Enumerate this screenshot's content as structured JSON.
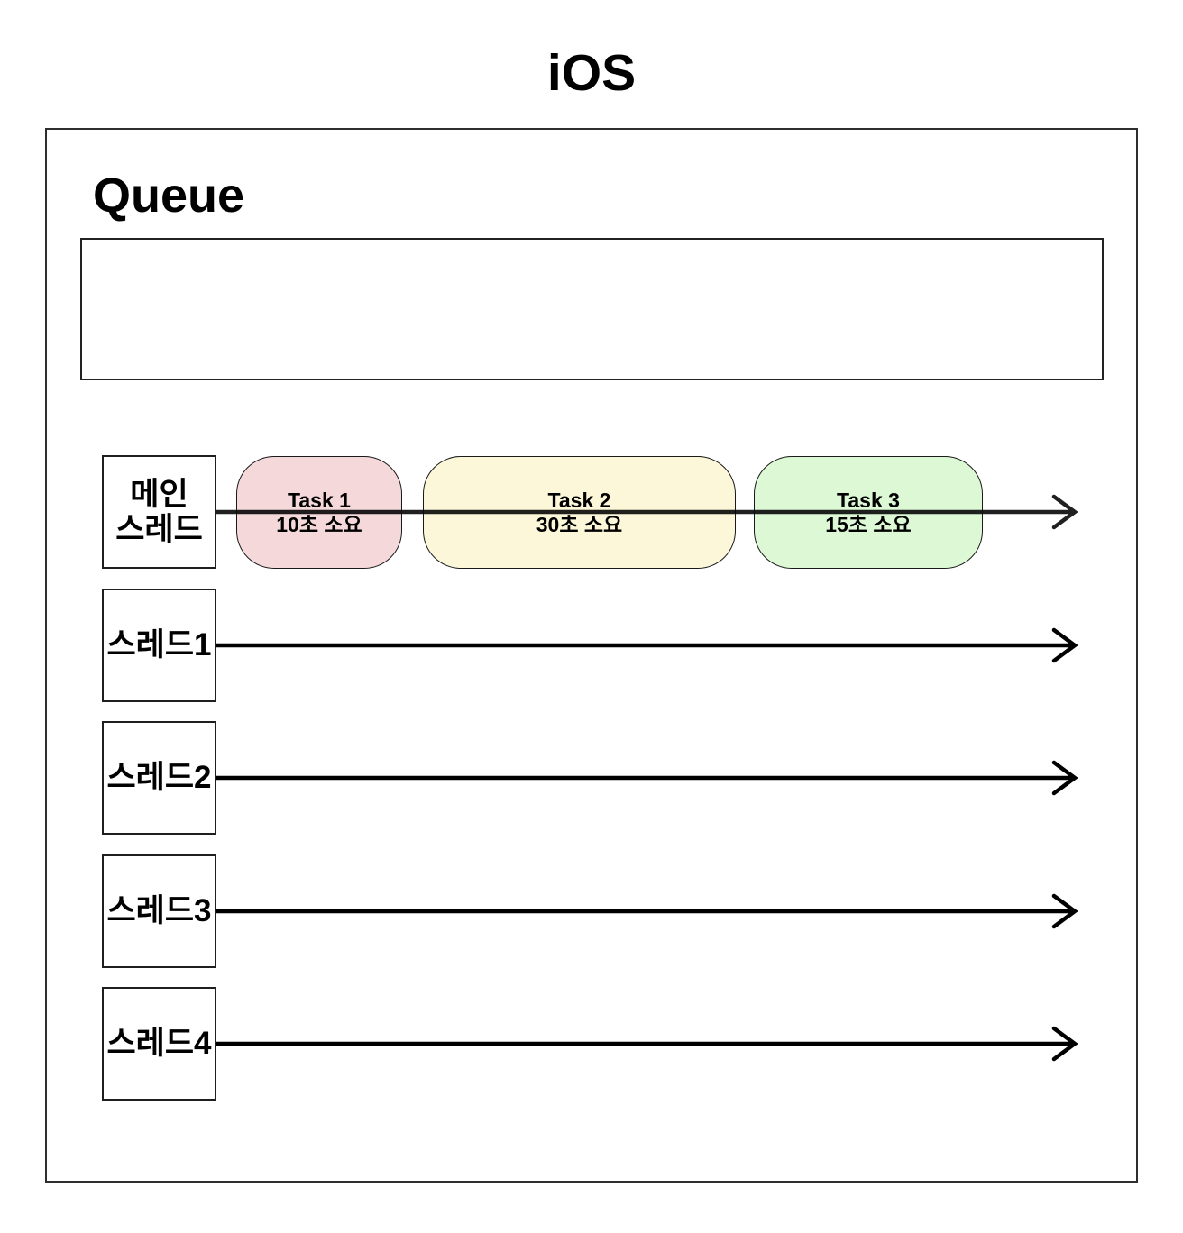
{
  "title": "iOS",
  "queue": {
    "heading": "Queue"
  },
  "main_thread": {
    "label_line1": "메인",
    "label_line2": "스레드"
  },
  "tasks": [
    {
      "name": "Task 1",
      "duration": "10초 소요",
      "fill": "#f5d8da"
    },
    {
      "name": "Task 2",
      "duration": "30초 소요",
      "fill": "#fbf7d8"
    },
    {
      "name": "Task 3",
      "duration": "15초 소요",
      "fill": "#dcf8d4"
    }
  ],
  "threads": [
    {
      "label": "스레드1"
    },
    {
      "label": "스레드2"
    },
    {
      "label": "스레드3"
    },
    {
      "label": "스레드4"
    }
  ],
  "colors": {
    "line": "#000000",
    "border": "#1f1f1f"
  }
}
